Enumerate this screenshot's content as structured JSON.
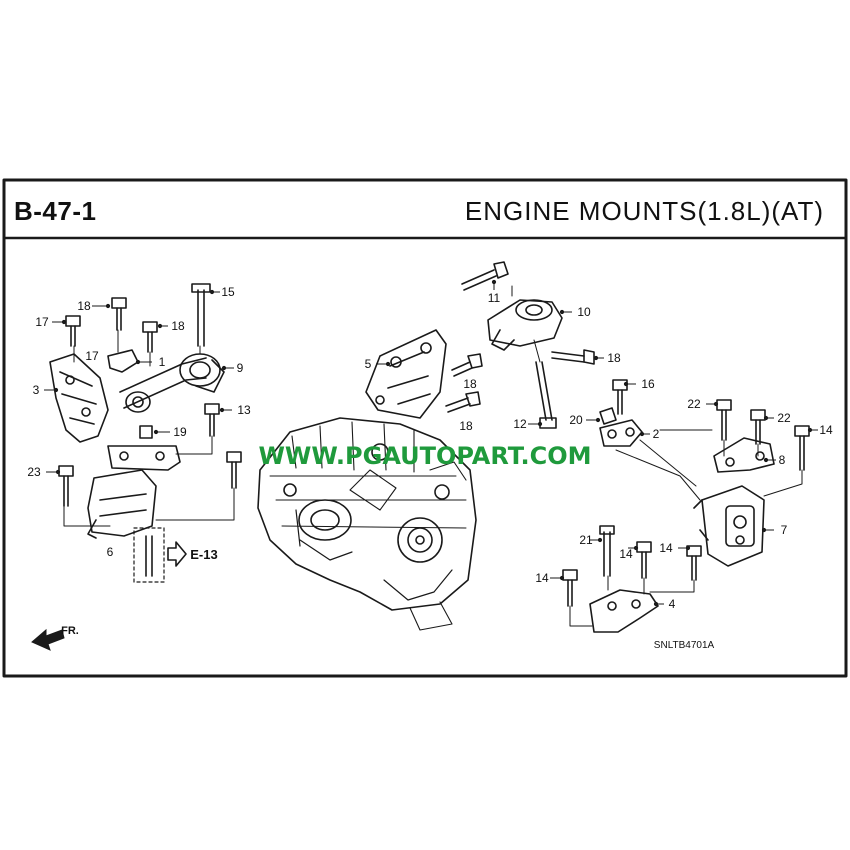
{
  "header": {
    "code": "B-47-1",
    "title": "ENGINE  MOUNTS(1.8L)(AT)"
  },
  "diagram": {
    "watermark": "WWW.PGAUTOPART.COM",
    "drawing_code": "SNLTB4701A",
    "ref_label": "E-13",
    "front_label": "FR.",
    "callouts": {
      "c1": "1",
      "c2": "2",
      "c3": "3",
      "c4": "4",
      "c5": "5",
      "c6": "6",
      "c7": "7",
      "c8": "8",
      "c9": "9",
      "c10": "10",
      "c11": "11",
      "c12": "12",
      "c13": "13",
      "c14a": "14",
      "c14b": "14",
      "c14c": "14",
      "c14d": "14",
      "c15": "15",
      "c16": "16",
      "c17a": "17",
      "c17b": "17",
      "c18a": "18",
      "c18b": "18",
      "c18c": "18",
      "c18d": "18",
      "c18e": "18",
      "c19": "19",
      "c20": "20",
      "c21": "21",
      "c22a": "22",
      "c22b": "22",
      "c23": "23"
    }
  },
  "colors": {
    "line": "#1a1a1a",
    "watermark": "#1f9a3c",
    "paper": "#ffffff"
  },
  "icons": {
    "front_arrow": "arrow-front-icon",
    "ref_arrow": "outline-arrow-icon"
  }
}
